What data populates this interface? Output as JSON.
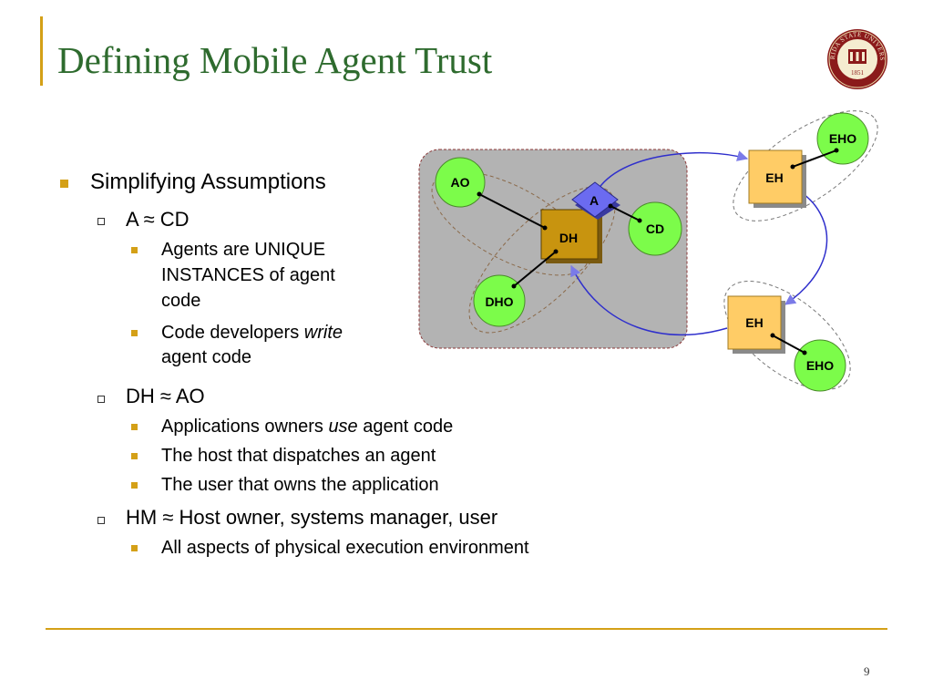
{
  "slide": {
    "title": "Defining Mobile Agent Trust",
    "page_number": "9"
  },
  "content": {
    "l1_simplifying": "Simplifying Assumptions",
    "l2_a_cd": "A ≈ CD",
    "l3_unique_1": "Agents are UNIQUE",
    "l3_unique_2": "INSTANCES of agent",
    "l3_unique_3": "code",
    "l3_dev_pre": "Code developers",
    "l3_dev_em": "write",
    "l3_dev_2": "agent code",
    "l2_dh_ao": "DH ≈ AO",
    "l3_apps_pre": "Applications owners",
    "l3_apps_em": "use",
    "l3_apps_post": "agent code",
    "l3_host": "The host that dispatches an agent",
    "l3_user": "The user that owns the application",
    "l2_hm": "HM ≈ Host owner, systems manager, user",
    "l3_aspects": "All aspects of physical execution environment"
  },
  "diagram": {
    "labels": {
      "ao": "AO",
      "a": "A",
      "dh": "DH",
      "cd": "CD",
      "dho": "DHO",
      "eh_top": "EH",
      "eho_top": "EHO",
      "eh_bottom": "EH",
      "eho_bottom": "EHO"
    },
    "colors": {
      "host_box": "#B3B3B3",
      "circle_fill": "#7CFC4A",
      "dh_fill": "#C8940F",
      "eh_fill": "#FFCC66",
      "agent_fill": "#6B6BF0",
      "arc": "#2F2FCC"
    }
  },
  "logo": {
    "top_text": "FLORIDA STATE UNIVERSITY",
    "year": "1851"
  },
  "theme": {
    "accent": "#D4A017",
    "title_color": "#2E6B2E"
  }
}
